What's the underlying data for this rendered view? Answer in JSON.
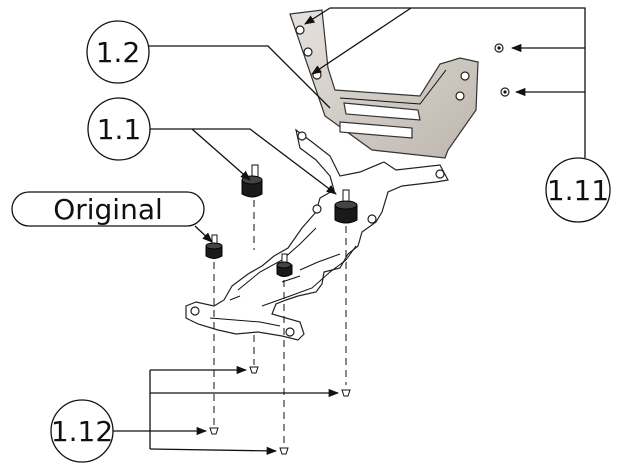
{
  "callouts": {
    "c1_2": "1.2",
    "c1_1": "1.1",
    "c1_11": "1.11",
    "c1_12": "1.12",
    "original": "Original"
  },
  "colors": {
    "line": "#111111",
    "plate_fill": "#d9d4cf",
    "plate_shade": "#bfb8b1",
    "rubber": "#1a1a1a"
  }
}
